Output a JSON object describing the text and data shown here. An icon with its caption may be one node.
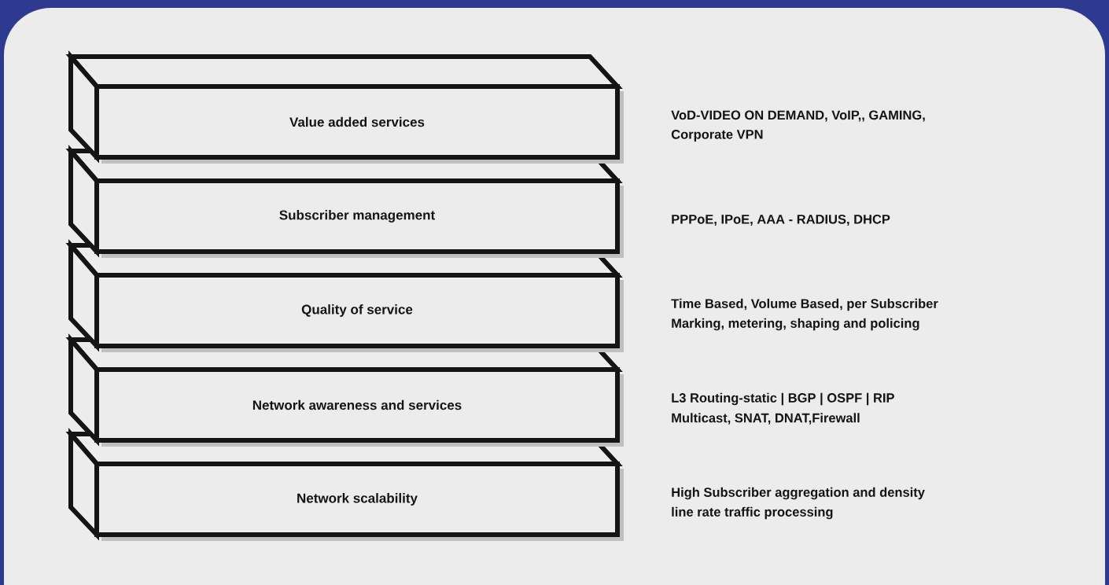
{
  "diagram": {
    "nodes": [
      {
        "text": [
          "Value added services"
        ],
        "beside": [
          "VoD-VIDEO ON DEMAND, VoIP,, GAMING,",
          "Corporate VPN"
        ]
      },
      {
        "text": [
          "Subscriber management"
        ],
        "beside": [
          "PPPoE, IPoE, AAA - RADIUS, DHCP"
        ]
      },
      {
        "text": [
          "Quality of service"
        ],
        "beside": [
          "Time Based, Volume Based, per Subscriber",
          "Marking, metering, shaping and policing"
        ]
      },
      {
        "text": [
          "Network awareness and services"
        ],
        "beside": [
          "L3 Routing-static | BGP | OSPF | RIP",
          "Multicast, SNAT, DNAT,Firewall"
        ]
      },
      {
        "text": [
          "Network scalability"
        ],
        "beside": [
          "High Subscriber aggregation and density",
          "line rate traffic processing"
        ]
      }
    ]
  }
}
